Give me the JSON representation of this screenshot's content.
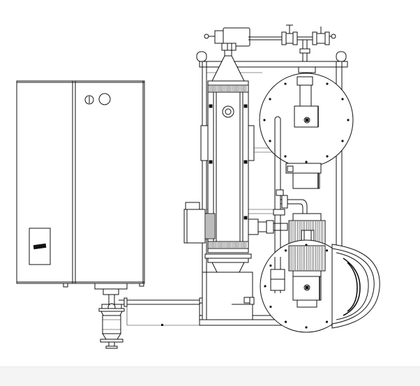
{
  "drawing": {
    "subject": "process-skid-with-control-cabinet",
    "views": [
      "front-elevation",
      "detail-circle-upper",
      "detail-circle-lower"
    ],
    "cabinet_badge_text": "",
    "line_color": "#111111",
    "background_color": "#ffffff",
    "bottom_bar_color": "#f4f4f4"
  }
}
